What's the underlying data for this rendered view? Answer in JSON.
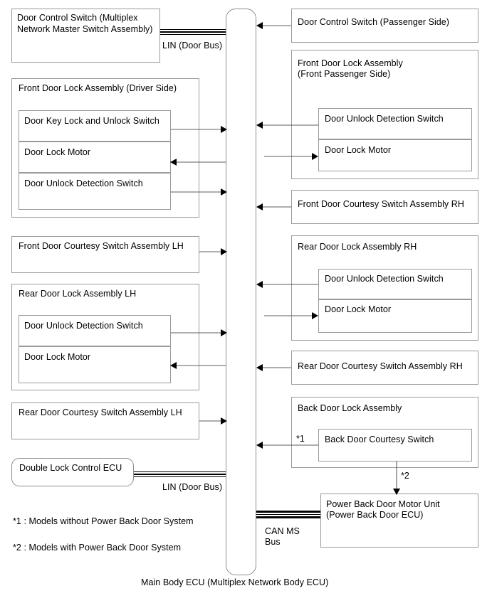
{
  "diagram": {
    "title_caption": "Main Body ECU (Multiplex Network Body ECU)",
    "central_unit": "Main Body ECU (Multiplex Network Body ECU)",
    "bus_labels": {
      "lin_top": "LIN (Door Bus)",
      "lin_bottom": "LIN (Door Bus)",
      "can_line1": "CAN MS",
      "can_line2": "Bus"
    },
    "footnotes": [
      "*1 : Models without Power Back Door System",
      "*2 : Models with Power Back Door System"
    ],
    "markers": {
      "star1": "*1",
      "star2": "*2"
    },
    "left_column": [
      {
        "id": "door-control-switch-master",
        "title_line1": "Door Control Switch (Multiplex",
        "title_line2": "Network Master Switch Assembly)",
        "children": []
      },
      {
        "id": "front-door-lock-assembly-driver",
        "title_line1": "Front Door Lock Assembly (Driver Side)",
        "title_line2": "",
        "children": [
          "Door Key Lock and Unlock Switch",
          "Door Lock Motor",
          "Door Unlock Detection Switch"
        ]
      },
      {
        "id": "front-door-courtesy-switch-lh",
        "title_line1": "Front Door Courtesy Switch Assembly LH",
        "title_line2": "",
        "children": []
      },
      {
        "id": "rear-door-lock-assembly-lh",
        "title_line1": "Rear Door Lock Assembly LH",
        "title_line2": "",
        "children": [
          "Door Unlock Detection Switch",
          "Door Lock Motor"
        ]
      },
      {
        "id": "rear-door-courtesy-switch-lh",
        "title_line1": "Rear Door Courtesy Switch Assembly LH",
        "title_line2": "",
        "children": []
      },
      {
        "id": "double-lock-control-ecu",
        "title_line1": "Double Lock Control ECU",
        "title_line2": "",
        "children": []
      }
    ],
    "right_column": [
      {
        "id": "door-control-switch-passenger",
        "title_line1": "Door Control Switch (Passenger Side)",
        "title_line2": "",
        "children": []
      },
      {
        "id": "front-door-lock-assembly-passenger",
        "title_line1": "Front Door Lock Assembly",
        "title_line2": "(Front Passenger Side)",
        "children": [
          "Door Unlock Detection Switch",
          "Door Lock Motor"
        ]
      },
      {
        "id": "front-door-courtesy-switch-rh",
        "title_line1": "Front Door Courtesy Switch Assembly RH",
        "title_line2": "",
        "children": []
      },
      {
        "id": "rear-door-lock-assembly-rh",
        "title_line1": "Rear Door Lock Assembly RH",
        "title_line2": "",
        "children": [
          "Door Unlock Detection Switch",
          "Door Lock Motor"
        ]
      },
      {
        "id": "rear-door-courtesy-switch-rh",
        "title_line1": "Rear Door Courtesy Switch Assembly RH",
        "title_line2": "",
        "children": []
      },
      {
        "id": "back-door-lock-assembly",
        "title_line1": "Back Door Lock Assembly",
        "title_line2": "",
        "children": [
          "Back Door Courtesy Switch"
        ]
      },
      {
        "id": "power-back-door-motor-unit",
        "title_line1": "Power Back Door Motor Unit",
        "title_line2": "(Power Back Door ECU)",
        "children": []
      }
    ],
    "colors": {
      "line": "#5d5d5d",
      "box_border": "#9a9a9a",
      "bus": "#000000",
      "text": "#000000"
    }
  }
}
